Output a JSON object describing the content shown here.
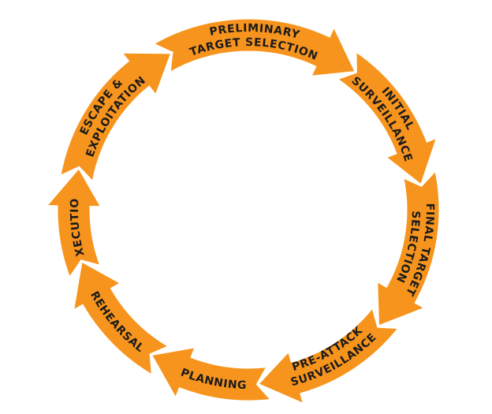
{
  "diagram": {
    "title": "Attack cycle",
    "colors": {
      "segment": "#F7941D",
      "separator": "#FFFFFF",
      "text": "#1B1B1B"
    },
    "segments": [
      {
        "id": "preliminary-target-selection",
        "lines": [
          "PRELIMINARY",
          "TARGET SELECTION"
        ]
      },
      {
        "id": "initial-surveillance",
        "lines": [
          "INITIAL",
          "SURVEILLANCE"
        ]
      },
      {
        "id": "final-target-selection",
        "lines": [
          "FINAL TARGET",
          "SELECTION"
        ]
      },
      {
        "id": "pre-attack-surveillance",
        "lines": [
          "PRE-ATTACK",
          "SURVEILLANCE"
        ]
      },
      {
        "id": "planning",
        "lines": [
          "PLANNING"
        ]
      },
      {
        "id": "rehearsal",
        "lines": [
          "REHEARSAL"
        ]
      },
      {
        "id": "execution",
        "lines": [
          "EXECUTION"
        ]
      },
      {
        "id": "escape-exploitation",
        "lines": [
          "ESCAPE &",
          "EXPLOITATION"
        ]
      }
    ]
  }
}
